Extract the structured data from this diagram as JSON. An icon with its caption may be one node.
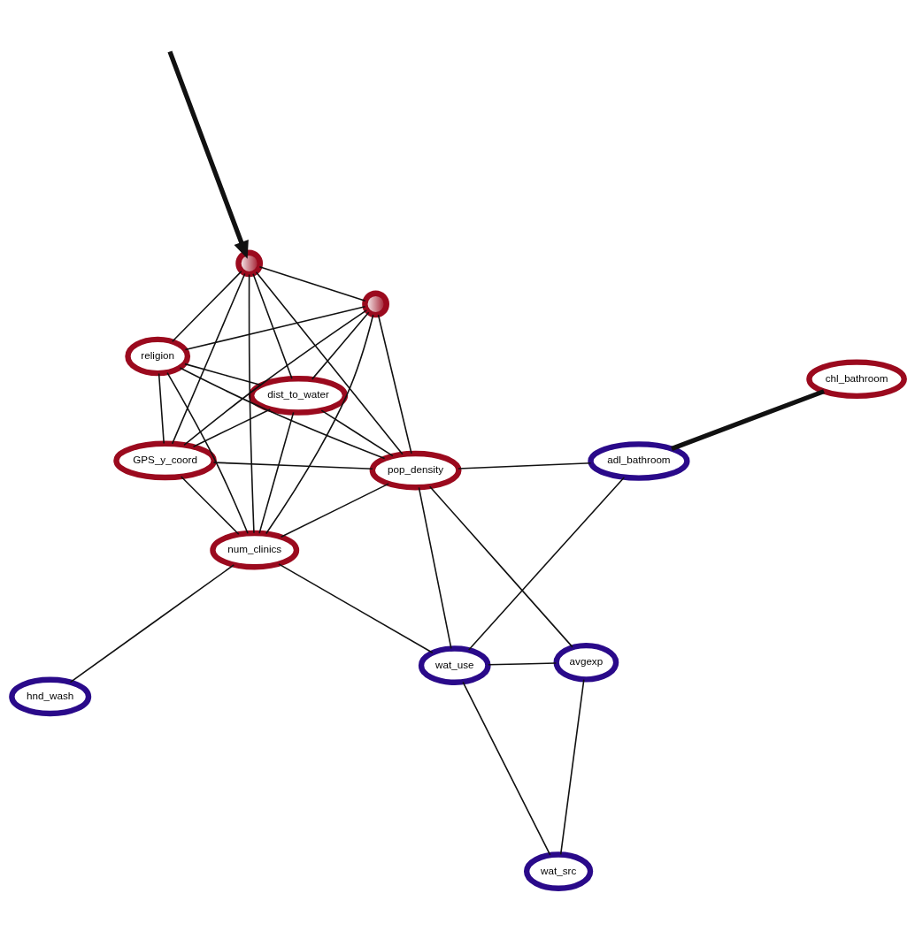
{
  "diagram": {
    "nodes": [
      {
        "text": [
          "GPS_y_coord"
        ]
      },
      {
        "text": [
          "dist_to_water"
        ]
      },
      {
        "text": [],
        "shape": "circle"
      },
      {
        "text": [
          "religion"
        ]
      },
      {
        "text": [],
        "shape": "circle"
      },
      {
        "text": [
          "pop_density"
        ]
      },
      {
        "text": [
          "num_clinics"
        ]
      },
      {
        "text": [
          "avgexp"
        ]
      },
      {
        "text": [
          "hnd_wash"
        ]
      },
      {
        "text": [
          "wat_use"
        ]
      },
      {
        "text": [
          "wat_src"
        ]
      },
      {
        "text": [
          "adl_bathroom"
        ]
      },
      {
        "text": [
          "chl_bathroom"
        ]
      }
    ],
    "edges": [
      {
        "from": null,
        "to": 2,
        "arrow": "to",
        "style": "thick"
      },
      {
        "from": 0,
        "to": 1,
        "arrow": "none"
      },
      {
        "from": 0,
        "to": 2,
        "arrow": "none"
      },
      {
        "from": 0,
        "to": 3,
        "arrow": "none"
      },
      {
        "from": 0,
        "to": 4,
        "arrow": "none"
      },
      {
        "from": 0,
        "to": 5,
        "arrow": "none"
      },
      {
        "from": 0,
        "to": 6,
        "arrow": "none"
      },
      {
        "from": 1,
        "to": 2,
        "arrow": "none"
      },
      {
        "from": 1,
        "to": 3,
        "arrow": "none"
      },
      {
        "from": 1,
        "to": 4,
        "arrow": "none"
      },
      {
        "from": 1,
        "to": 5,
        "arrow": "none"
      },
      {
        "from": 1,
        "to": 6,
        "arrow": "none"
      },
      {
        "from": 2,
        "to": 3,
        "arrow": "none"
      },
      {
        "from": 2,
        "to": 4,
        "arrow": "none"
      },
      {
        "from": 2,
        "to": 5,
        "arrow": "none"
      },
      {
        "from": 2,
        "to": 6,
        "arrow": "none"
      },
      {
        "from": 3,
        "to": 4,
        "arrow": "none"
      },
      {
        "from": 3,
        "to": 5,
        "arrow": "none"
      },
      {
        "from": 3,
        "to": 6,
        "arrow": "none"
      },
      {
        "from": 4,
        "to": 5,
        "arrow": "none"
      },
      {
        "from": 4,
        "to": 6,
        "arrow": "none"
      },
      {
        "from": 5,
        "to": 6,
        "arrow": "none"
      },
      {
        "from": 5,
        "to": 7,
        "arrow": "none"
      },
      {
        "from": 6,
        "to": 8,
        "arrow": "none"
      },
      {
        "from": 6,
        "to": 9,
        "arrow": "none"
      },
      {
        "from": 5,
        "to": 9,
        "arrow": "none"
      },
      {
        "from": 5,
        "to": 11,
        "arrow": "none"
      },
      {
        "from": 7,
        "to": 9,
        "arrow": "none"
      },
      {
        "from": 7,
        "to": 10,
        "arrow": "none"
      },
      {
        "from": 9,
        "to": 10,
        "arrow": "none"
      },
      {
        "from": 9,
        "to": 11,
        "arrow": "none"
      },
      {
        "from": 11,
        "to": 12,
        "arrow": "none",
        "style": "thick"
      }
    ]
  }
}
